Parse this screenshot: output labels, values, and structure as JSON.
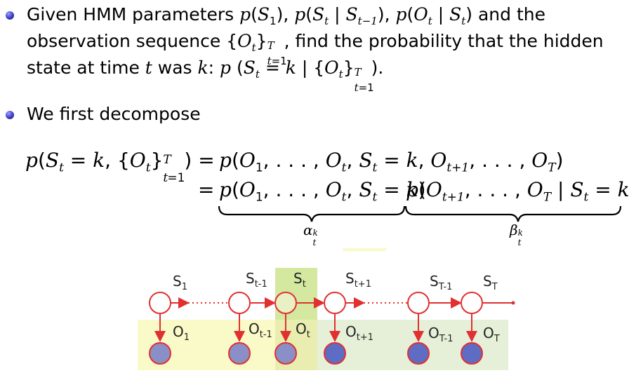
{
  "bullets": [
    {
      "lines": [
        "Given HMM parameters p(S₁), p(Sₜ | Sₜ₋₁), p(Oₜ | Sₜ) and the",
        "observation sequence {Oₜ}ᵀₜ₌₁, find the probability that the hidden",
        "state at time t was k: p (Sₜ = k | {Oₜ}ᵀₜ₌₁)."
      ]
    },
    {
      "lines": [
        "We first decompose"
      ]
    }
  ],
  "equation": {
    "line1_lhs": "p(Sₜ = k, {Oₜ}ᵀₜ₌₁) =",
    "line1_rhs": "p(O₁, . . . , Oₜ, Sₜ = k, Oₜ₊₁, . . . , O_T)",
    "line2_eq": "=",
    "term_alpha": "p(O₁, . . . , Oₜ, Sₜ = k)",
    "term_beta": "p(Oₜ₊₁, . . . , O_T | Sₜ = k)",
    "alpha_label": "αₜᵏ",
    "beta_label": "βₜᵏ"
  },
  "diagram": {
    "states": [
      "S1",
      "St-1",
      "St",
      "St+1",
      "ST-1",
      "ST"
    ],
    "observations": [
      "O1",
      "Ot-1",
      "Ot",
      "Ot+1",
      "OT-1",
      "OT"
    ],
    "state_labels": [
      {
        "main": "S",
        "sub": "1"
      },
      {
        "main": "S",
        "sub": "t-1"
      },
      {
        "main": "S",
        "sub": "t"
      },
      {
        "main": "S",
        "sub": "t+1"
      },
      {
        "main": "S",
        "sub": "T-1"
      },
      {
        "main": "S",
        "sub": "T"
      }
    ],
    "obs_labels": [
      {
        "main": "O",
        "sub": "1"
      },
      {
        "main": "O",
        "sub": "t-1"
      },
      {
        "main": "O",
        "sub": "t"
      },
      {
        "main": "O",
        "sub": "t+1"
      },
      {
        "main": "O",
        "sub": "T-1"
      },
      {
        "main": "O",
        "sub": "T"
      }
    ],
    "colors": {
      "node_edge": "#e03030",
      "observed_fill": "#8b8fc8",
      "observed_fill_right": "#5f6cc4",
      "highlight_yellow": "#fafac8",
      "highlight_green": "#e6f0d8",
      "highlight_st": "#d4e8a0",
      "bullet": "#3a3fbf"
    }
  }
}
